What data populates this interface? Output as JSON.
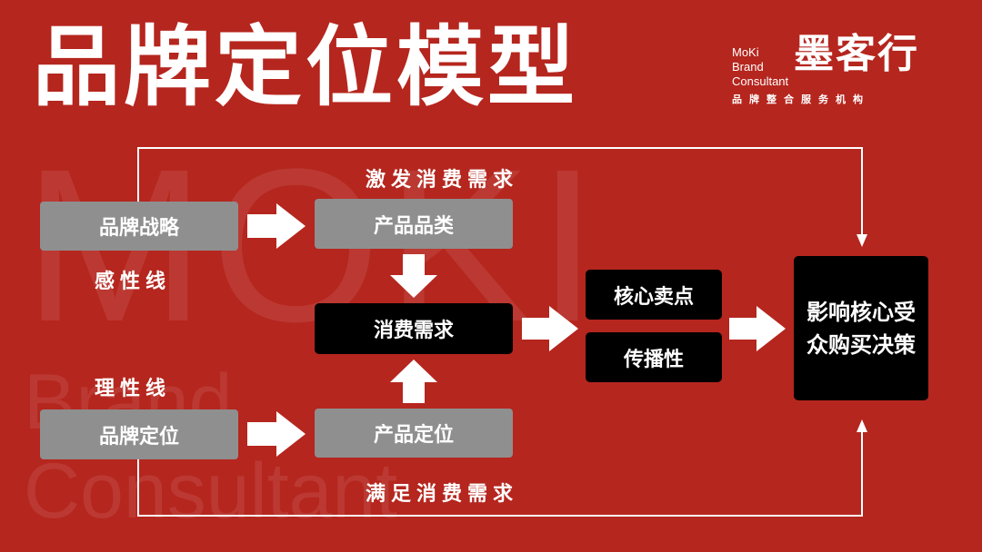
{
  "title": "品牌定位模型",
  "watermark": {
    "line1": "MOKI",
    "line2": "Brand",
    "line3": "Consultant"
  },
  "logo": {
    "en_line1": "MoKi",
    "en_line2": "Brand",
    "en_line3": "Consultant",
    "cn_name": "墨客行",
    "tagline": "品牌整合服务机构"
  },
  "diagram": {
    "top_label": "激发消费需求",
    "bottom_label": "满足消费需求",
    "emotional_line": "感性线",
    "rational_line": "理性线",
    "nodes": {
      "brand_strategy": "品牌战略",
      "product_category": "产品品类",
      "consumer_demand": "消费需求",
      "brand_positioning": "品牌定位",
      "product_positioning": "产品定位",
      "core_selling_point": "核心卖点",
      "spreadability": "传播性",
      "result": "影响核心受众购买决策"
    }
  },
  "colors": {
    "background": "#b5261e",
    "gray_box": "#8f8f8f",
    "black_box": "#000000",
    "text": "#ffffff"
  }
}
